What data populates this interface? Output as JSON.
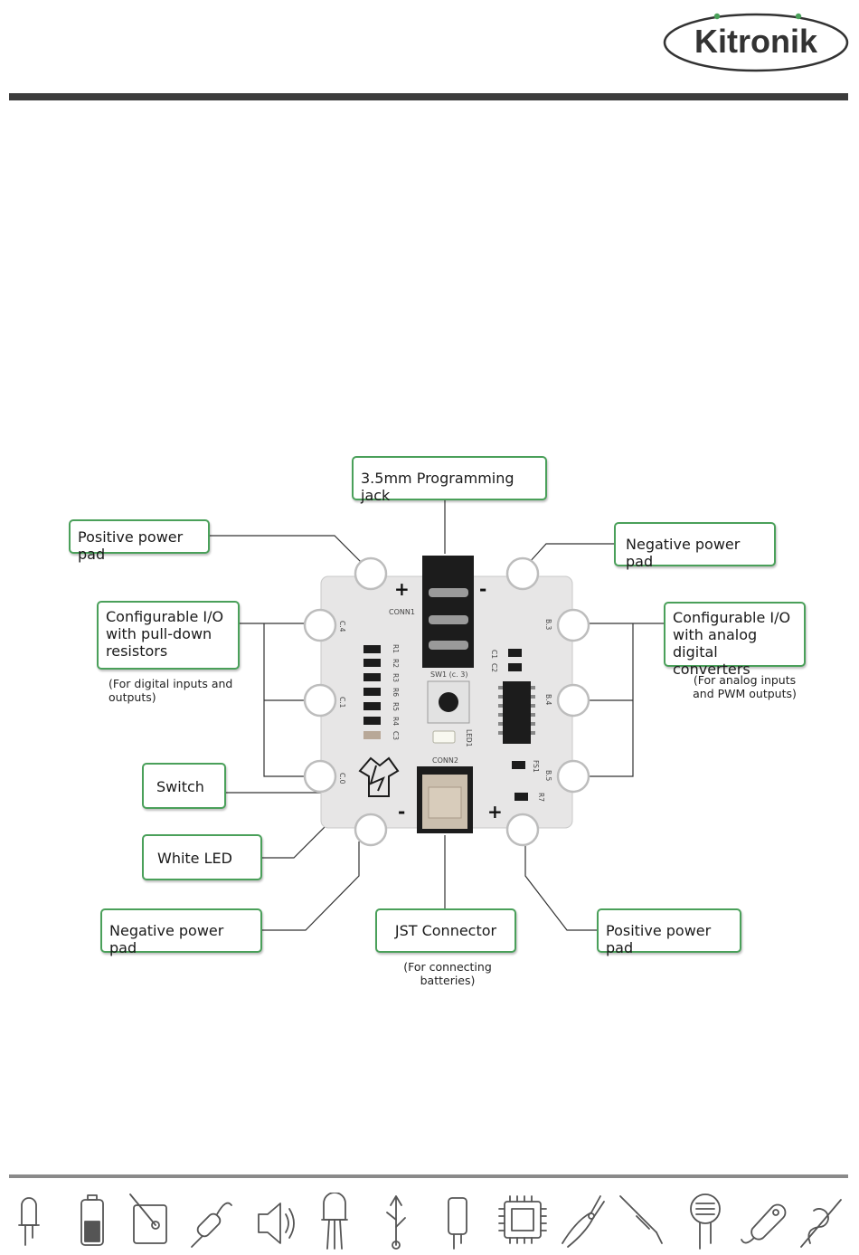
{
  "brand": {
    "name": "Kitronik"
  },
  "callouts": {
    "jack": "3.5mm Programming jack",
    "pos_pad_top": "Positive power pad",
    "neg_pad_top": "Negative power pad",
    "io_pulldown": "Configurable I/O with pull-down resistors",
    "io_pulldown_note": "(For digital inputs and outputs)",
    "io_analog": "Configurable I/O with analog digital converters",
    "io_analog_note": "(For analog inputs and PWM outputs)",
    "switch": "Switch",
    "white_led": "White LED",
    "neg_pad_bottom": "Negative power pad",
    "jst": "JST Connector",
    "jst_note": "(For connecting batteries)",
    "pos_pad_bottom": "Positive power pad"
  },
  "board": {
    "conn1": "CONN1",
    "conn2": "CONN2",
    "sw1": "SW1 (c. 3)",
    "led1": "LED1",
    "c1": "C1",
    "c2": "C2",
    "fs1": "FS1",
    "r7": "R7",
    "resistors": [
      "R1",
      "R2",
      "R3",
      "R6",
      "R5",
      "R4",
      "C3"
    ],
    "pads_left": [
      "C.4",
      "C.1",
      "C.0"
    ],
    "pads_right": [
      "B.3",
      "B.4",
      "B.5"
    ],
    "plus": "+",
    "minus": "-"
  },
  "footer_icons": [
    "led-icon",
    "battery-icon",
    "multimeter-icon",
    "resistor-icon",
    "speaker-icon",
    "transistor-icon",
    "usb-icon",
    "capacitor-icon",
    "chip-icon",
    "pliers-icon",
    "soldering-iron-icon",
    "ldr-icon",
    "battery-clip-icon",
    "needle-thread-icon"
  ],
  "colors": {
    "accent": "#4aa05a",
    "board": "#e7e6e6",
    "bar": "#3c3c3c"
  }
}
